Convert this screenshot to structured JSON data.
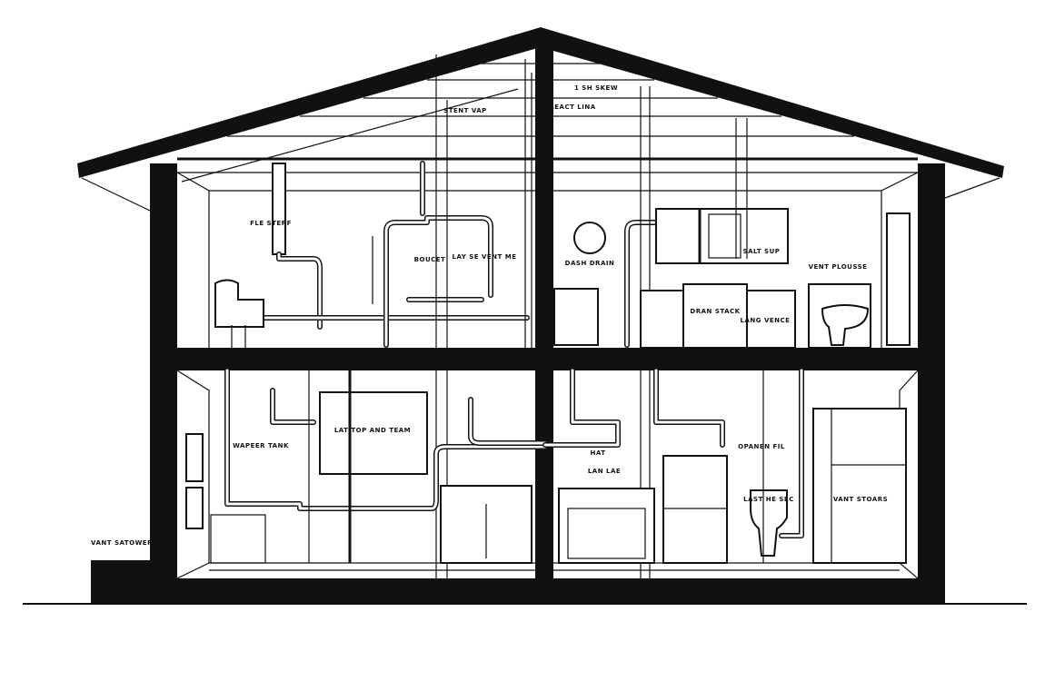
{
  "diagram": {
    "colors": {
      "line": "#111111",
      "background": "#ffffff"
    },
    "labels": {
      "flue_stack": "FLE STERF",
      "bucket": "BOUCET",
      "lay_vent": "LAY SE VENT ME",
      "stent_vap": "STENT VAP",
      "skew": "1 SH SKEW",
      "react_line": "REACT LINA",
      "dash_drain": "DASH DRAIN",
      "salt_sup": "SALT SUP",
      "vent_plousse": "VENT PLOUSSE",
      "drain_stack": "DRAN STACK",
      "lang_vence": "LANG VENCE",
      "water_tank": "WAPEER TANK",
      "lat_top": "LAT TOP AND TEAM",
      "hat": "HAT",
      "lan_lae": "LAN LAE",
      "opanen_fil": "OPANEN FIL",
      "last_sec": "LAST HE SEC",
      "vant_stoars": "VANT STOARS",
      "vant_satower": "VANT SATOWER"
    }
  }
}
